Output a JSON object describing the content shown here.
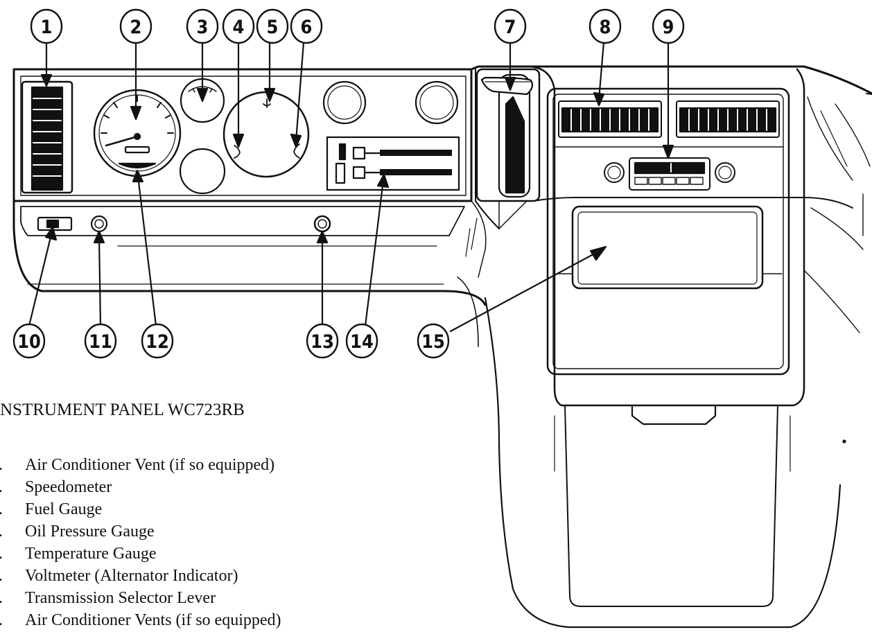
{
  "caption": "NSTRUMENT PANEL   WC723RB",
  "callouts": [
    "1",
    "2",
    "3",
    "4",
    "5",
    "6",
    "7",
    "8",
    "9",
    "10",
    "11",
    "12",
    "13",
    "14",
    "15"
  ],
  "legend": [
    {
      "num": ".",
      "text": "Air Conditioner Vent (if so equipped)"
    },
    {
      "num": ".",
      "text": "Speedometer"
    },
    {
      "num": ".",
      "text": "Fuel Gauge"
    },
    {
      "num": ".",
      "text": "Oil Pressure Gauge"
    },
    {
      "num": ".",
      "text": "Temperature Gauge"
    },
    {
      "num": ".",
      "text": "Voltmeter (Alternator Indicator)"
    },
    {
      "num": ".",
      "text": "Transmission Selector Lever"
    },
    {
      "num": ".",
      "text": "Air Conditioner Vents (if so equipped)"
    }
  ],
  "colors": {
    "ink": "#111111",
    "background": "#ffffff"
  }
}
